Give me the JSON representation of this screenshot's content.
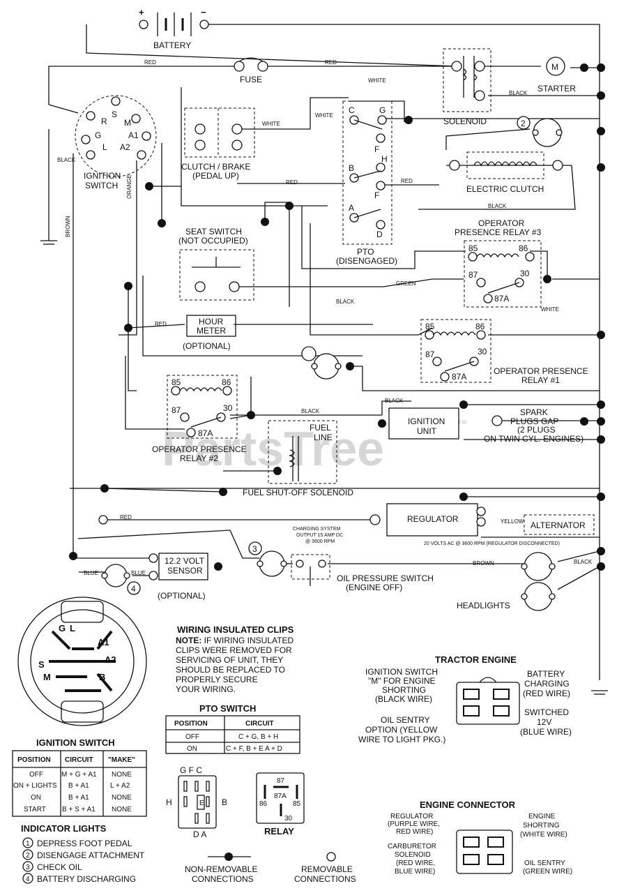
{
  "watermark": "PartsTree",
  "trademark": "™",
  "components": {
    "battery": "BATTERY",
    "battery_plus": "+",
    "battery_minus": "−",
    "fuse": "FUSE",
    "starter": "STARTER",
    "motor_symbol": "M",
    "solenoid": "SOLENOID",
    "ignition_switch": [
      "IGNITION",
      "SWITCH"
    ],
    "clutch_brake": [
      "CLUTCH / BRAKE",
      "(PEDAL UP)"
    ],
    "seat_switch": [
      "SEAT SWITCH",
      "(NOT OCCUPIED)"
    ],
    "pto": [
      "PTO",
      "(DISENGAGED)"
    ],
    "electric_clutch": "ELECTRIC CLUTCH",
    "opr3": [
      "OPERATOR",
      "PRESENCE RELAY #3"
    ],
    "hour_meter": [
      "HOUR",
      "METER",
      "(OPTIONAL)"
    ],
    "opr1": [
      "OPERATOR PRESENCE",
      "RELAY #1"
    ],
    "opr2": [
      "OPERATOR PRESENCE",
      "RELAY #2"
    ],
    "ignition_unit": [
      "IGNITION",
      "UNIT"
    ],
    "spark_plugs": [
      "SPARK",
      "PLUGS GAP",
      "(2 PLUGS",
      "ON TWIN CYL. ENGINES)"
    ],
    "fuel_line": [
      "FUEL",
      "LINE"
    ],
    "fuel_solenoid": "FUEL SHUT-OFF SOLENOID",
    "regulator": "REGULATOR",
    "alternator": "ALTERNATOR",
    "charging_system": [
      "CHARGING SYSTEM",
      "OUTPUT 15 AMP DC",
      "@ 3600 RPM"
    ],
    "alt_note": "20 VOLTS AC @ 3600 RPM (REGULATOR DISCONNECTED)",
    "volt_sensor": [
      "12.2 VOLT",
      "SENSOR",
      "(OPTIONAL)"
    ],
    "oil_switch": [
      "OIL PRESSURE SWITCH",
      "(ENGINE OFF)"
    ],
    "headlights": "HEADLIGHTS",
    "relay_pins": [
      "85",
      "86",
      "87",
      "30",
      "87A"
    ],
    "pto_pins": [
      "C",
      "G",
      "F",
      "B",
      "H",
      "F",
      "A",
      "D"
    ],
    "ign_pins": [
      "S",
      "R",
      "M",
      "G",
      "A1",
      "L",
      "A2"
    ],
    "indicators": [
      "2",
      "3",
      "4"
    ]
  },
  "wire_labels": {
    "red": "RED",
    "white": "WHITE",
    "black": "BLACK",
    "orange": "ORANGE",
    "brown": "BROWN",
    "green": "GREEN",
    "blue": "BLUE",
    "yellow": "YELLOW"
  },
  "notes": {
    "clips_title": "WIRING INSULATED CLIPS",
    "clips_note_prefix": "NOTE:",
    "clips_lines": [
      " IF WIRING INSULATED",
      "CLIPS WERE REMOVED FOR",
      "SERVICING OF UNIT, THEY",
      "SHOULD BE REPLACED TO",
      "PROPERLY SECURE",
      "YOUR WIRING."
    ]
  },
  "pto_switch_table": {
    "title": "PTO SWITCH",
    "headers": [
      "POSITION",
      "CIRCUIT"
    ],
    "rows": [
      [
        "OFF",
        "C + G, B + H"
      ],
      [
        "ON",
        "C + F, B + E  A + D"
      ]
    ]
  },
  "ignition_table": {
    "title": "IGNITION SWITCH",
    "headers": [
      "POSITION",
      "CIRCUIT",
      "\"MAKE\""
    ],
    "rows": [
      [
        "OFF",
        "M + G + A1",
        "NONE"
      ],
      [
        "ON + LIGHTS",
        "B + A1",
        "L + A2"
      ],
      [
        "ON",
        "B + A1",
        "NONE"
      ],
      [
        "START",
        "B + S + A1",
        "NONE"
      ]
    ]
  },
  "ign_face_labels": [
    "G",
    "L",
    "A1",
    "A2",
    "S",
    "M",
    "B"
  ],
  "indicator_lights": {
    "title": "INDICATOR LIGHTS",
    "items": [
      {
        "num": "1",
        "text": "DEPRESS FOOT PEDAL"
      },
      {
        "num": "2",
        "text": "DISENGAGE ATTACHMENT"
      },
      {
        "num": "3",
        "text": "CHECK OIL"
      },
      {
        "num": "4",
        "text": "BATTERY DISCHARGING"
      }
    ]
  },
  "pto_face": {
    "top": "G  F  C",
    "left": "H",
    "right": "B",
    "center": "E",
    "bottom": "D  A"
  },
  "relay_face": {
    "title": "RELAY",
    "pins": [
      "87",
      "87A",
      "86",
      "85",
      "30"
    ]
  },
  "legend": {
    "non_removable": [
      "NON-REMOVABLE",
      "CONNECTIONS"
    ],
    "removable": [
      "REMOVABLE",
      "CONNECTIONS"
    ]
  },
  "tractor_engine": {
    "title": "TRACTOR ENGINE",
    "ign": [
      "IGNITION SWITCH",
      "\"M\" FOR ENGINE",
      "SHORTING",
      "(BLACK WIRE)"
    ],
    "battery": [
      "BATTERY",
      "CHARGING",
      "(RED WIRE)"
    ],
    "oil": [
      "OIL SENTRY",
      "OPTION (YELLOW",
      "WIRE TO LIGHT PKG.)"
    ],
    "switched": [
      "SWITCHED",
      "12V",
      "(BLUE WIRE)"
    ]
  },
  "engine_connector": {
    "title": "ENGINE CONNECTOR",
    "regulator": [
      "REGULATOR",
      "(PURPLE WIRE,",
      "RED WIRE)"
    ],
    "shorting": [
      "ENGINE",
      "SHORTING",
      "(WHITE WIRE)"
    ],
    "carb": [
      "CARBURETOR",
      "SOLENOID",
      "(RED WIRE,",
      "BLUE WIRE)"
    ],
    "oil": [
      "OIL SENTRY",
      "(GREEN WIRE)"
    ]
  }
}
